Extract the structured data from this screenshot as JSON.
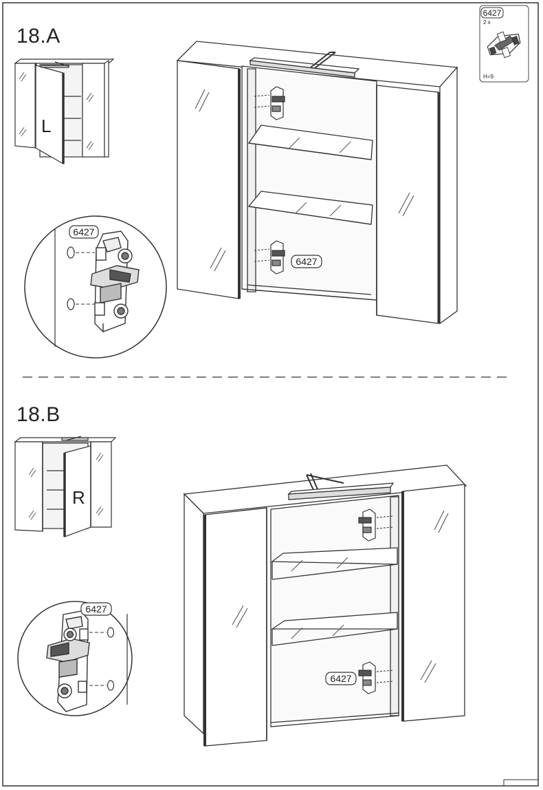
{
  "steps": [
    {
      "title": "18.A",
      "side_label": "L",
      "part_callout": "6427",
      "detail_callout": "6427"
    },
    {
      "title": "18.B",
      "side_label": "R",
      "part_callout": "6427",
      "detail_callout": "6427"
    }
  ],
  "parts_box": {
    "part_number": "6427",
    "quantity": "2 x",
    "note": "H=9"
  },
  "icons": [
    "hinge-plate-icon",
    "mirror-glare-icon",
    "led-lamp-icon",
    "dowel-hole-icon"
  ]
}
